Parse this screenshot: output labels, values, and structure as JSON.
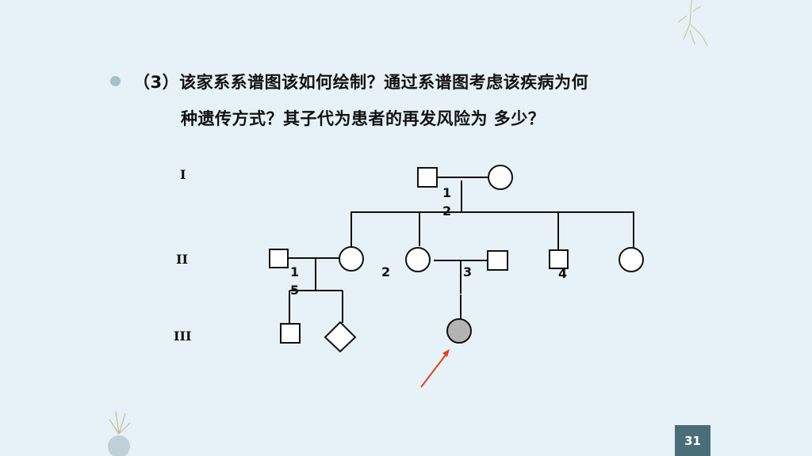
{
  "slide": {
    "question_line1": "（3）该家系系谱图该如何绘制？通过系谱图考虑该疾病为何",
    "question_line2": "种遗传方式？其子代为患者的再发风险为 多少？",
    "page_number": "31"
  },
  "pedigree": {
    "generations": [
      "I",
      "II",
      "III"
    ],
    "gen1_labels": [
      "1",
      "2"
    ],
    "gen2_labels": [
      "1",
      "2",
      "3",
      "4",
      "5"
    ],
    "affected_fill": "#b3b3b3",
    "arrow_color": "#e8401c"
  }
}
